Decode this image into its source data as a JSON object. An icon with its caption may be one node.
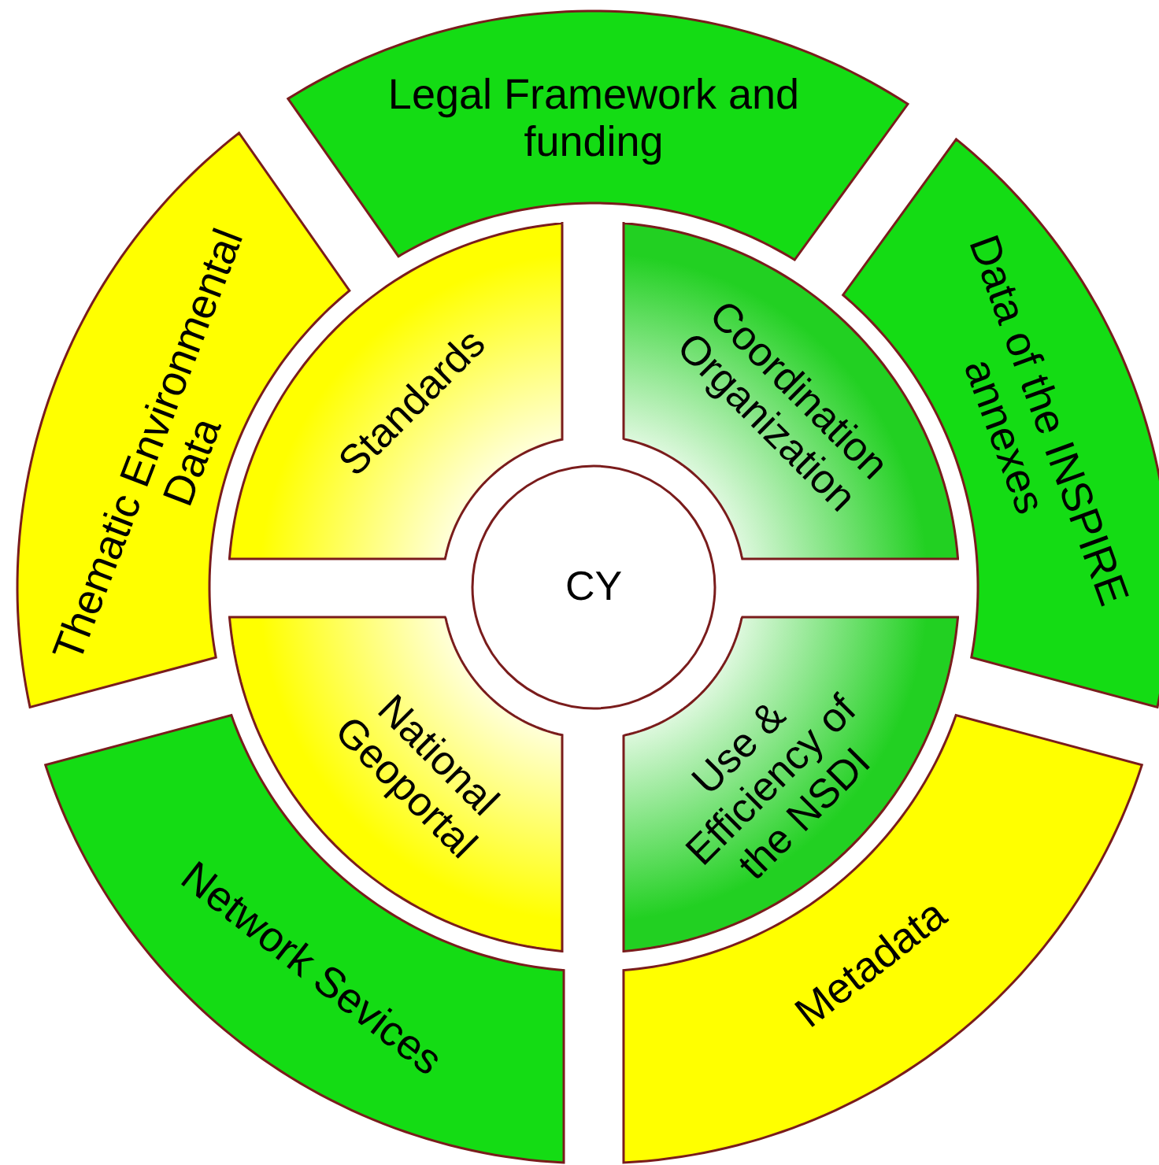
{
  "diagram": {
    "nodes": [
      {
        "text": [
          "Legal Framework and funding"
        ]
      },
      {
        "text": [
          "Thematic Environmental Data"
        ]
      },
      {
        "text": [
          "Data of the INSPIRE annexes"
        ]
      },
      {
        "text": [
          "Standards"
        ]
      },
      {
        "text": [
          "Coordination Organization"
        ]
      },
      {
        "text": [
          "CY"
        ]
      },
      {
        "text": [
          "National Geoportal"
        ]
      },
      {
        "text": [
          "Use & Efficiency of the NSDI"
        ]
      },
      {
        "text": [
          "Network Sevices"
        ]
      },
      {
        "text": [
          "Metadata"
        ]
      }
    ]
  }
}
